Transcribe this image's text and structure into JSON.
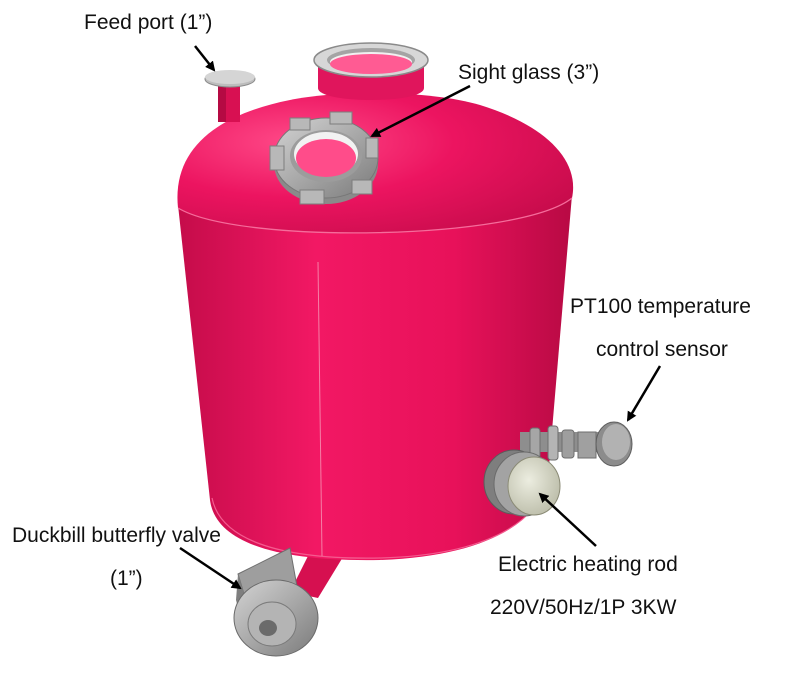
{
  "colors": {
    "tank": "#E8115A",
    "tank_dark": "#C50C4A",
    "tank_highlight": "#FF3E80",
    "metal": "#A6A6A6",
    "metal_dark": "#7C7C7C",
    "metal_light": "#D2D2D2",
    "heater_face": "#D9DAC8",
    "arrow": "#000000",
    "text": "#111111"
  },
  "labels": {
    "feed_port": "Feed port (1”)",
    "sight_glass": "Sight glass (3”)",
    "pt100_line1": "PT100 temperature",
    "pt100_line2": "control sensor",
    "heater_line1": "Electric heating rod",
    "heater_line2": "220V/50Hz/1P  3KW",
    "valve_line1": "Duckbill butterfly valve",
    "valve_line2": "(1”)"
  }
}
